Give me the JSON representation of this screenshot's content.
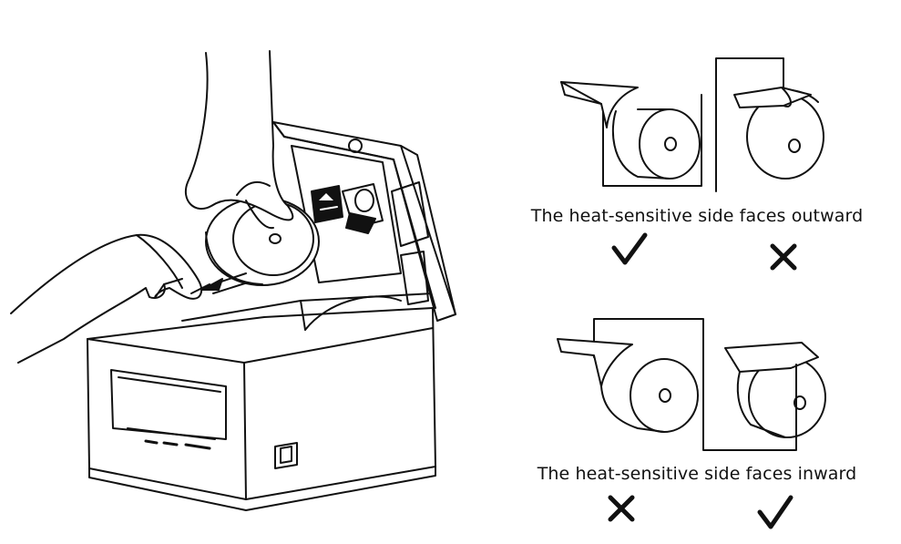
{
  "instructions": {
    "outward_caption": "The heat-sensitive side faces outward",
    "inward_caption": "The heat-sensitive side faces inward"
  },
  "outward_row": [
    {
      "mark": "check",
      "correct": true
    },
    {
      "mark": "cross",
      "correct": false
    }
  ],
  "inward_row": [
    {
      "mark": "cross",
      "correct": false
    },
    {
      "mark": "check",
      "correct": true
    }
  ],
  "printer_panel": {
    "icon": "paper-roll-loading-icon"
  },
  "colors": {
    "line": "#111111",
    "background": "#ffffff"
  }
}
